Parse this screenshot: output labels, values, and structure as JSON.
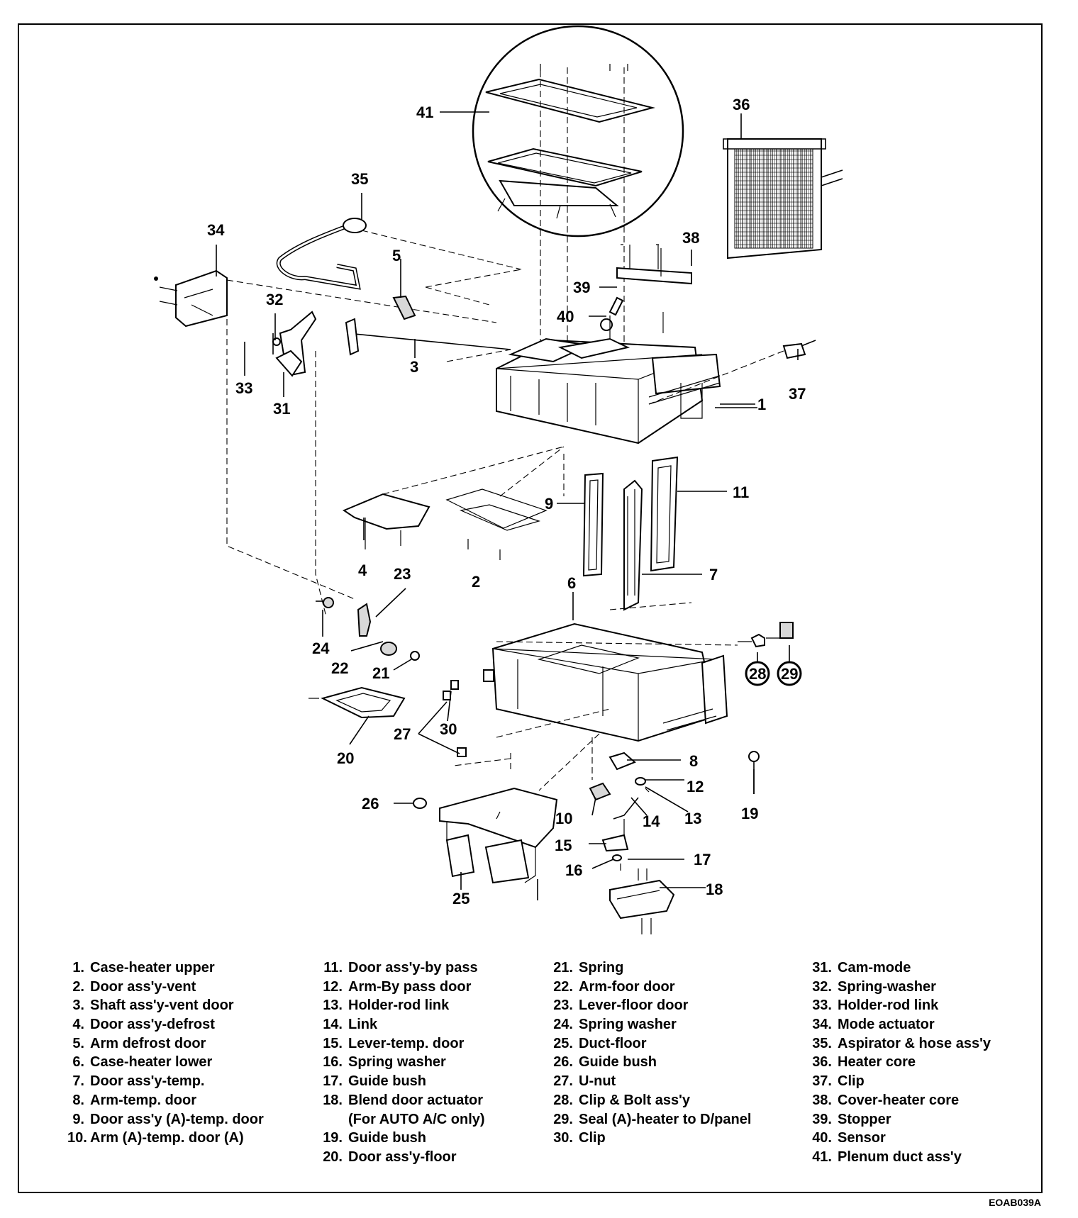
{
  "callouts": {
    "c1": "1",
    "c2": "2",
    "c3": "3",
    "c4": "4",
    "c5": "5",
    "c6": "6",
    "c7": "7",
    "c8": "8",
    "c9": "9",
    "c10": "10",
    "c11": "11",
    "c12": "12",
    "c13": "13",
    "c14": "14",
    "c15": "15",
    "c16": "16",
    "c17": "17",
    "c18": "18",
    "c19": "19",
    "c20": "20",
    "c21": "21",
    "c22": "22",
    "c23": "23",
    "c24": "24",
    "c25": "25",
    "c26": "26",
    "c27": "27",
    "c28": "28",
    "c29": "29",
    "c30": "30",
    "c31": "31",
    "c32": "32",
    "c33": "33",
    "c34": "34",
    "c35": "35",
    "c36": "36",
    "c37": "37",
    "c38": "38",
    "c39": "39",
    "c40": "40",
    "c41": "41"
  },
  "legend": [
    [
      {
        "num": "1.",
        "text": "Case-heater upper"
      },
      {
        "num": "2.",
        "text": "Door ass'y-vent"
      },
      {
        "num": "3.",
        "text": "Shaft ass'y-vent door"
      },
      {
        "num": "4.",
        "text": "Door ass'y-defrost"
      },
      {
        "num": "5.",
        "text": "Arm defrost door"
      },
      {
        "num": "6.",
        "text": "Case-heater lower"
      },
      {
        "num": "7.",
        "text": "Door ass'y-temp."
      },
      {
        "num": "8.",
        "text": "Arm-temp. door"
      },
      {
        "num": "9.",
        "text": "Door ass'y (A)-temp. door"
      },
      {
        "num": "10.",
        "text": "Arm (A)-temp. door (A)"
      }
    ],
    [
      {
        "num": "11.",
        "text": "Door ass'y-by pass"
      },
      {
        "num": "12.",
        "text": "Arm-By pass door"
      },
      {
        "num": "13.",
        "text": "Holder-rod link"
      },
      {
        "num": "14.",
        "text": "Link"
      },
      {
        "num": "15.",
        "text": "Lever-temp. door"
      },
      {
        "num": "16.",
        "text": "Spring washer"
      },
      {
        "num": "17.",
        "text": "Guide bush"
      },
      {
        "num": "18.",
        "text": "Blend door actuator"
      },
      {
        "num": "",
        "text": "(For AUTO A/C only)"
      },
      {
        "num": "19.",
        "text": "Guide bush"
      },
      {
        "num": "20.",
        "text": "Door ass'y-floor"
      }
    ],
    [
      {
        "num": "21.",
        "text": "Spring"
      },
      {
        "num": "22.",
        "text": "Arm-foor door"
      },
      {
        "num": "23.",
        "text": "Lever-floor door"
      },
      {
        "num": "24.",
        "text": "Spring washer"
      },
      {
        "num": "25.",
        "text": "Duct-floor"
      },
      {
        "num": "26.",
        "text": "Guide bush"
      },
      {
        "num": "27.",
        "text": "U-nut"
      },
      {
        "num": "28.",
        "text": "Clip & Bolt ass'y"
      },
      {
        "num": "29.",
        "text": "Seal (A)-heater to D/panel"
      },
      {
        "num": "30.",
        "text": "Clip"
      }
    ],
    [
      {
        "num": "31.",
        "text": "Cam-mode"
      },
      {
        "num": "32.",
        "text": "Spring-washer"
      },
      {
        "num": "33.",
        "text": "Holder-rod link"
      },
      {
        "num": "34.",
        "text": "Mode actuator"
      },
      {
        "num": "35.",
        "text": "Aspirator & hose ass'y"
      },
      {
        "num": "36.",
        "text": "Heater core"
      },
      {
        "num": "37.",
        "text": "Clip"
      },
      {
        "num": "38.",
        "text": "Cover-heater core"
      },
      {
        "num": "39.",
        "text": "Stopper"
      },
      {
        "num": "40.",
        "text": "Sensor"
      },
      {
        "num": "41.",
        "text": "Plenum duct ass'y"
      }
    ]
  ],
  "figure_code": "EOAB039A"
}
